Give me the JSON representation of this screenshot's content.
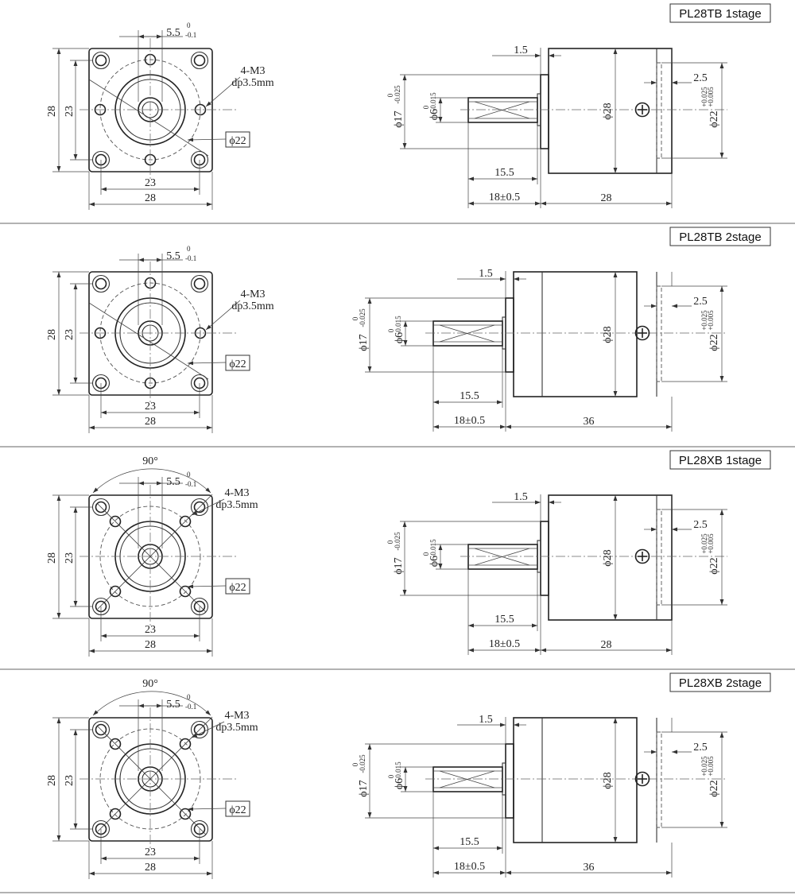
{
  "colors": {
    "line": "#333333",
    "background": "#ffffff"
  },
  "drawings": [
    {
      "model": "PL28TB  1stage",
      "variant": "TB",
      "length_label": "28",
      "labels": {
        "keyway": "5.5",
        "keyway_tol_top": "0",
        "keyway_tol_bottom": "-0.1",
        "height_outer": "28",
        "height_inner": "23",
        "width_inner": "23",
        "width_outer": "28",
        "thread": "4-M3",
        "depth": "dp3.5mm",
        "bolt_circle": "ϕ22",
        "angle": "",
        "flange_thickness": "1.5",
        "pilot_dia": "ϕ17",
        "pilot_tol_top": "0",
        "pilot_tol_bottom": "-0.025",
        "shaft_dia": "ϕ6",
        "shaft_tol_top": "0",
        "shaft_tol_bottom": "-0.015",
        "shaft_length": "15.5",
        "shaft_total": "18±0.5",
        "body_dia": "ϕ28",
        "motor_pilot_depth": "2.5",
        "motor_pilot_dia": "ϕ22",
        "motor_pilot_tol_top": "+0.025",
        "motor_pilot_tol_bottom": "+0.005"
      }
    },
    {
      "model": "PL28TB  2stage",
      "variant": "TB",
      "length_label": "36",
      "labels": {
        "keyway": "5.5",
        "keyway_tol_top": "0",
        "keyway_tol_bottom": "-0.1",
        "height_outer": "28",
        "height_inner": "23",
        "width_inner": "23",
        "width_outer": "28",
        "thread": "4-M3",
        "depth": "dp3.5mm",
        "bolt_circle": "ϕ22",
        "angle": "",
        "flange_thickness": "1.5",
        "pilot_dia": "ϕ17",
        "pilot_tol_top": "0",
        "pilot_tol_bottom": "-0.025",
        "shaft_dia": "ϕ6",
        "shaft_tol_top": "0",
        "shaft_tol_bottom": "-0.015",
        "shaft_length": "15.5",
        "shaft_total": "18±0.5",
        "body_dia": "ϕ28",
        "motor_pilot_depth": "2.5",
        "motor_pilot_dia": "ϕ22",
        "motor_pilot_tol_top": "+0.025",
        "motor_pilot_tol_bottom": "+0.005"
      }
    },
    {
      "model": "PL28XB  1stage",
      "variant": "XB",
      "length_label": "28",
      "labels": {
        "keyway": "5.5",
        "keyway_tol_top": "0",
        "keyway_tol_bottom": "-0.1",
        "height_outer": "28",
        "height_inner": "23",
        "width_inner": "23",
        "width_outer": "28",
        "thread": "4-M3",
        "depth": "dp3.5mm",
        "bolt_circle": "ϕ22",
        "angle": "90°",
        "flange_thickness": "1.5",
        "pilot_dia": "ϕ17",
        "pilot_tol_top": "0",
        "pilot_tol_bottom": "-0.025",
        "shaft_dia": "ϕ6",
        "shaft_tol_top": "0",
        "shaft_tol_bottom": "-0.015",
        "shaft_length": "15.5",
        "shaft_total": "18±0.5",
        "body_dia": "ϕ28",
        "motor_pilot_depth": "2.5",
        "motor_pilot_dia": "ϕ22",
        "motor_pilot_tol_top": "+0.025",
        "motor_pilot_tol_bottom": "+0.005"
      }
    },
    {
      "model": "PL28XB  2stage",
      "variant": "XB",
      "length_label": "36",
      "labels": {
        "keyway": "5.5",
        "keyway_tol_top": "0",
        "keyway_tol_bottom": "-0.1",
        "height_outer": "28",
        "height_inner": "23",
        "width_inner": "23",
        "width_outer": "28",
        "thread": "4-M3",
        "depth": "dp3.5mm",
        "bolt_circle": "ϕ22",
        "angle": "90°",
        "flange_thickness": "1.5",
        "pilot_dia": "ϕ17",
        "pilot_tol_top": "0",
        "pilot_tol_bottom": "-0.025",
        "shaft_dia": "ϕ6",
        "shaft_tol_top": "0",
        "shaft_tol_bottom": "-0.015",
        "shaft_length": "15.5",
        "shaft_total": "18±0.5",
        "body_dia": "ϕ28",
        "motor_pilot_depth": "2.5",
        "motor_pilot_dia": "ϕ22",
        "motor_pilot_tol_top": "+0.025",
        "motor_pilot_tol_bottom": "+0.005"
      }
    }
  ]
}
